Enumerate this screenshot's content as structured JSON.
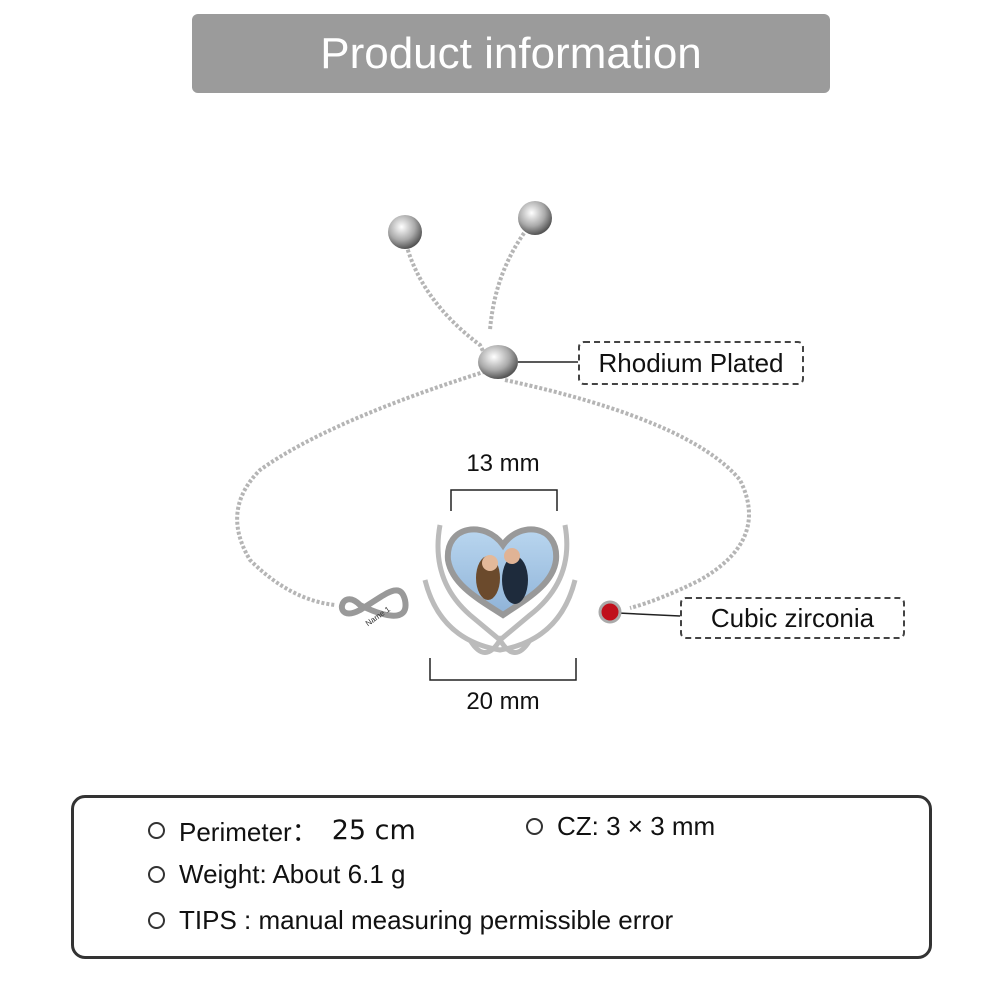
{
  "header": {
    "title": "Product information"
  },
  "product": {
    "callouts": {
      "plating": "Rhodium Plated",
      "stone": "Cubic zirconia"
    },
    "dimensions": {
      "top_width": "13 mm",
      "bottom_width": "20 mm"
    },
    "engraving": "Name 1",
    "colors": {
      "stone": "#c0101c",
      "metal": "#c8c8c8",
      "photo_sky": "#b9d6ef"
    }
  },
  "specs": {
    "perimeter_label": "Perimeter：",
    "perimeter_value": "25 cm",
    "cz": "CZ: 3 × 3 mm",
    "weight": "Weight: About 6.1 g",
    "tips": "TIPS : manual measuring permissible error"
  }
}
